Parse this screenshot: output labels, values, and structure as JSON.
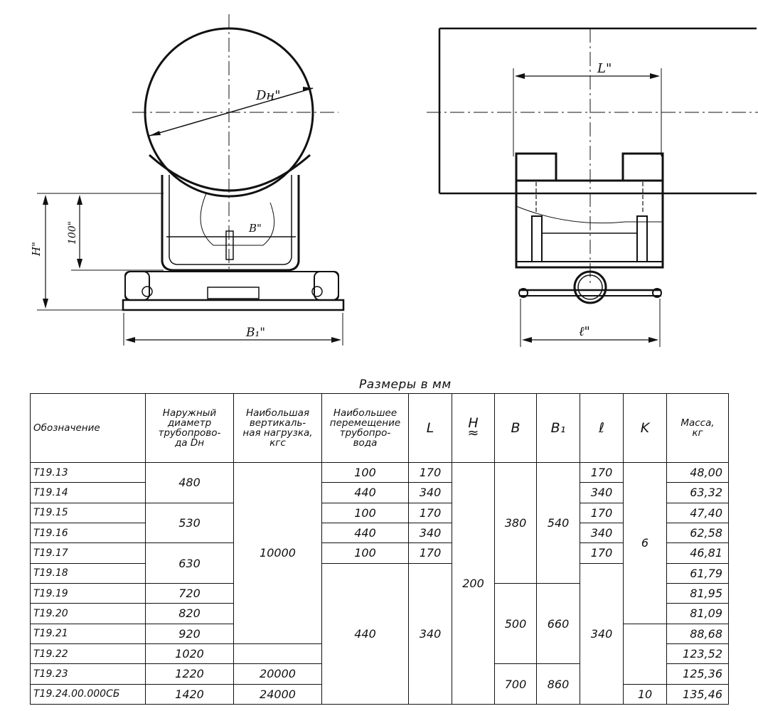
{
  "drawing": {
    "labels": {
      "dn": "Dн\"",
      "b": "B\"",
      "h": "H\"",
      "h100": "100\"",
      "b1": "B₁\"",
      "l_upper": "L\"",
      "l_lower": "ℓ\""
    }
  },
  "caption": "Размеры в мм",
  "table": {
    "headers": {
      "designation": "Обозначение",
      "outer_diameter": [
        "Наружный",
        "диаметр",
        "трубопрово-",
        "да Dн"
      ],
      "max_load": [
        "Наибольшая",
        "вертикаль-",
        "ная нагрузка,",
        "кгс"
      ],
      "max_displacement": [
        "Наибольшее",
        "перемещение",
        "трубопро-",
        "вода"
      ],
      "L": "L",
      "H": "H",
      "H_approx": "≈",
      "B": "B",
      "B1": "B₁",
      "l": "ℓ",
      "K": "K",
      "mass": [
        "Масса,",
        "кг"
      ]
    },
    "rows": [
      {
        "code": "T19.13",
        "mass": "48,00"
      },
      {
        "code": "T19.14",
        "mass": "63,32"
      },
      {
        "code": "T19.15",
        "mass": "47,40"
      },
      {
        "code": "T19.16",
        "mass": "62,58"
      },
      {
        "code": "T19.17",
        "mass": "46,81"
      },
      {
        "code": "T19.18",
        "mass": "61,79"
      },
      {
        "code": "T19.19",
        "mass": "81,95"
      },
      {
        "code": "T19.20",
        "mass": "81,09"
      },
      {
        "code": "T19.21",
        "mass": "88,68"
      },
      {
        "code": "T19.22",
        "mass": "123,52"
      },
      {
        "code": "T19.23",
        "mass": "125,36"
      },
      {
        "code": "T19.24.00.000СБ",
        "mass": "135,46"
      }
    ],
    "diameter": [
      "480",
      "530",
      "630",
      "720",
      "820",
      "920",
      "1020",
      "1220",
      "1420"
    ],
    "load": [
      "10000",
      "20000",
      "24000"
    ],
    "displacement": [
      "100",
      "440",
      "100",
      "440",
      "100",
      "440"
    ],
    "L": [
      "170",
      "340",
      "170",
      "340",
      "170",
      "340"
    ],
    "H": "200",
    "B": [
      "380",
      "500",
      "700"
    ],
    "B1": [
      "540",
      "660",
      "860"
    ],
    "l": [
      "170",
      "340",
      "170",
      "340",
      "170",
      "340"
    ],
    "K": [
      "6",
      "10"
    ]
  }
}
